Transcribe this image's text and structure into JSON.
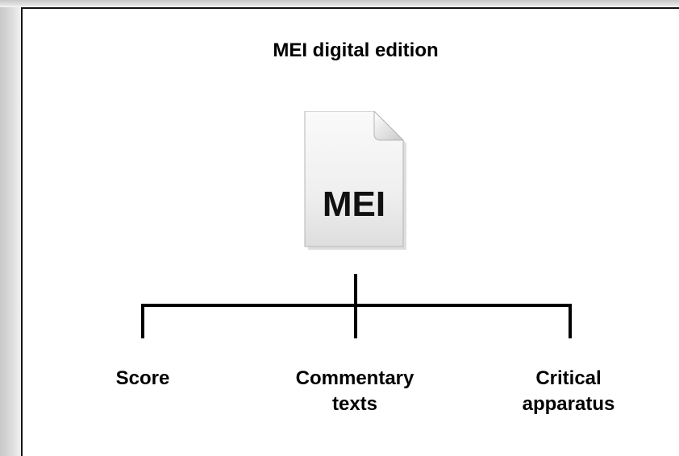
{
  "diagram": {
    "title": "MEI digital edition",
    "root_icon": {
      "icon": "document-file-icon",
      "label": "MEI"
    },
    "children": [
      {
        "label": "Score"
      },
      {
        "label": "Commentary\ntexts"
      },
      {
        "label": "Critical\napparatus"
      }
    ]
  }
}
